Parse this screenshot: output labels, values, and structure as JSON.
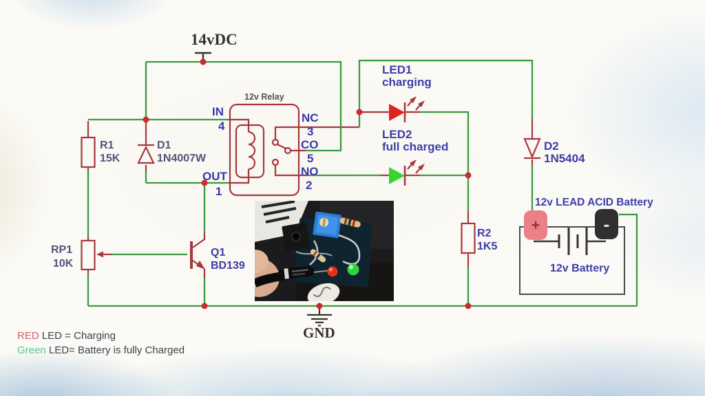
{
  "colors": {
    "wire_green": "#3a9a40",
    "comp_red": "#a8363c",
    "dot_red": "#cd2a2e",
    "pin_blue": "#3838ac",
    "label_blue": "#3d3da8",
    "label_muted": "#55527a",
    "relay_title": "#56514b",
    "ink_dark": "#36332d",
    "legend_text": "#3d4248",
    "legend_red": "#d4606a",
    "legend_green": "#5fc08b",
    "led1_fill": "#e02520",
    "led2_fill": "#38d52c",
    "bat_plus_fill": "#ec8089",
    "bat_plus_ink": "#93323a",
    "bat_minus_fill": "#302e2f",
    "bat_minus_ink": "#e2e2e2",
    "bat_box": "#4a4a4a"
  },
  "power": {
    "supply": "14vDC",
    "ground": "GND"
  },
  "relay": {
    "title": "12v Relay",
    "pin_in": "IN",
    "pin_in_num": "4",
    "pin_nc": "NC",
    "pin_nc_num": "3",
    "pin_co": "CO",
    "pin_co_num": "5",
    "pin_no": "NO",
    "pin_no_num": "2",
    "pin_out": "OUT",
    "pin_out_num": "1"
  },
  "components": {
    "r1": {
      "ref": "R1",
      "value": "15K"
    },
    "d1": {
      "ref": "D1",
      "value": "1N4007W"
    },
    "rp1": {
      "ref": "RP1",
      "value": "10K"
    },
    "q1": {
      "ref": "Q1",
      "value": "BD139"
    },
    "r2": {
      "ref": "R2",
      "value": "1K5"
    },
    "d2": {
      "ref": "D2",
      "value": "1N5404"
    },
    "led1": {
      "ref": "LED1",
      "desc": "charging"
    },
    "led2": {
      "ref": "LED2",
      "desc": "full charged"
    }
  },
  "battery": {
    "title": "12v LEAD ACID Battery",
    "label": "12v Battery",
    "plus": "+",
    "minus": "-"
  },
  "legend": {
    "red_word": "RED",
    "red_rest": " LED = Charging",
    "green_word": "Green",
    "green_rest": " LED= Battery is fully Charged"
  }
}
